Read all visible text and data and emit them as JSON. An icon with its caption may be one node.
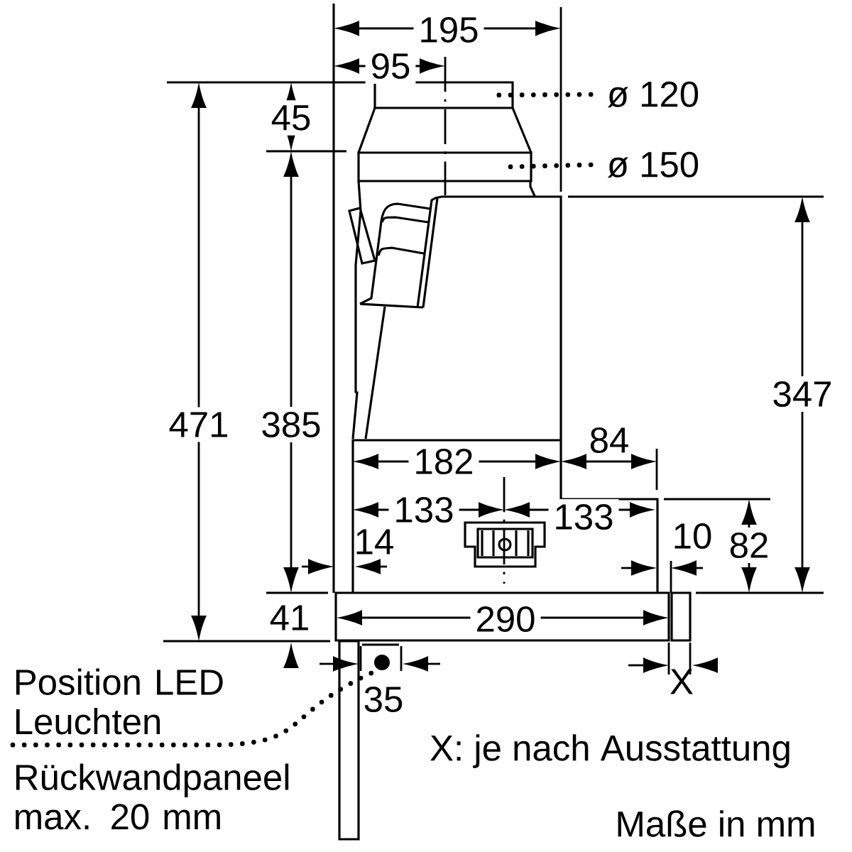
{
  "diagram": {
    "nodes": [
      {
        "text": [
          "ø 120"
        ]
      },
      {
        "text": [],
        "shape": "box"
      },
      {
        "text": [
          "ø 150"
        ]
      },
      {
        "text": [],
        "shape": "box"
      },
      {
        "text": [
          "Position LED Leuchten"
        ]
      },
      {
        "text": [],
        "shape": "circle"
      }
    ],
    "edges": [
      {
        "from": 0,
        "to": 1,
        "arrow": "none"
      },
      {
        "from": 2,
        "to": 3,
        "arrow": "none"
      },
      {
        "from": 4,
        "to": 5,
        "arrow": "none"
      }
    ],
    "labels": [
      "195",
      "95",
      "45",
      "471",
      "385",
      "347",
      "84",
      "182",
      "133",
      "133",
      "14",
      "10",
      "82",
      "41",
      "290",
      "35",
      "X",
      "Rückwandpaneel max. 20 mm",
      "X: je nach Ausstattung",
      "Maße in mm"
    ]
  }
}
